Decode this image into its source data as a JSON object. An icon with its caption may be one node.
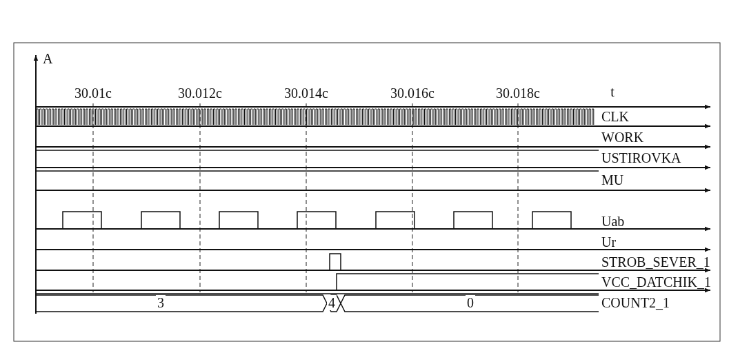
{
  "diagram": {
    "labels": [
      "A",
      "30.01c",
      "30.012c",
      "30.014c",
      "30.016c",
      "30.018c",
      "t",
      "CLK",
      "WORK",
      "USTIROVKA",
      "MU",
      "Uab",
      "Ur",
      "STROB_SEVER_1",
      "VCC_DATCHIK_1",
      "3",
      "4",
      "0",
      "COUNT2_1"
    ]
  }
}
